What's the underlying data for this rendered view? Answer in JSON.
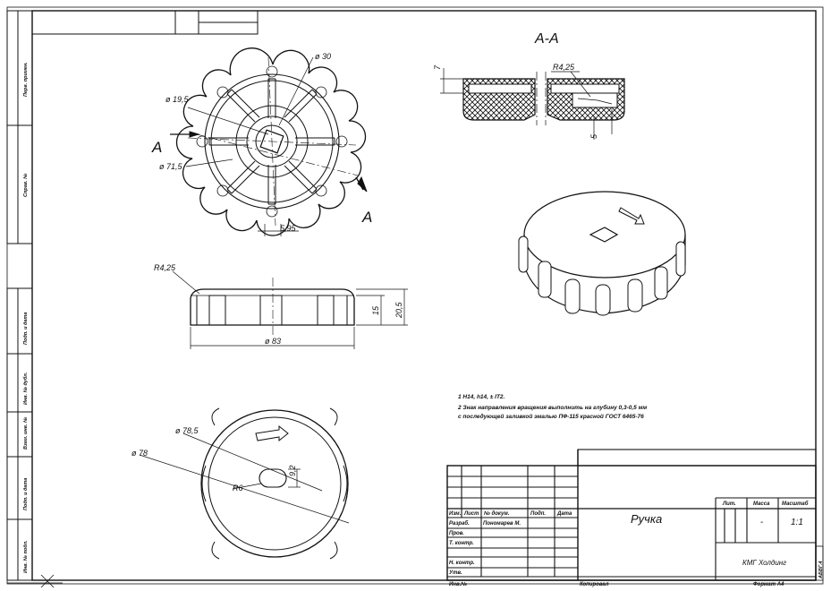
{
  "section_label": "А-А",
  "cut_letter_a": "A",
  "cut_letter_b": "A",
  "dims": {
    "top_d30": "ø 30",
    "top_d19_5": "ø 19,5",
    "top_d71_5": "ø 71,5",
    "top_w5_95": "5,95",
    "front_r4_25": "R4,25",
    "front_d83": "ø 83",
    "front_h15": "15",
    "front_h20_5": "20,5",
    "bottom_d78_5": "ø 78,5",
    "bottom_d78": "ø 78",
    "bottom_9_2": "9,2",
    "bottom_r6": "R6",
    "sect_r4_25": "R4,25",
    "sect_7": "7",
    "sect_5": "5"
  },
  "notes": {
    "line1": "1  H14, h14,  ± IT2.",
    "line2": "2  Знак направления вращения выполнить на глубину 0,3-0,5 мм",
    "line3": "с последующей заливкой эмалью ПФ-115 красной ГОСТ 6465-76"
  },
  "title_block": {
    "title": "Ручка",
    "company": "КМГ Холдинг",
    "col_lit": "Лит.",
    "col_mass": "Масса",
    "col_scale": "Масштаб",
    "mass_value": "-",
    "scale_value": "1:1",
    "row_headers": [
      "Изм.",
      "Лист",
      "№ докум.",
      "Подп.",
      "Дата"
    ],
    "roles": [
      "Разраб.",
      "Пров.",
      "Т. контр.",
      "Н. контр.",
      "Утв."
    ],
    "developer": "Пономарев М.",
    "copy_label": "Копировал",
    "format_label": "Формат А4",
    "inv_label": "Инв.№"
  },
  "side_stamps": {
    "perv_primen": "Перв. примен.",
    "sprav": "Справ. №",
    "podp_data_1": "Подп. и дата",
    "inv_dubl": "Инв. № дубл.",
    "vzam_inv": "Взам. инв. №",
    "podp_data_2": "Подп. и дата",
    "inv_podl": "Инв. № подл."
  },
  "corner_mark": "АБВГ.4"
}
